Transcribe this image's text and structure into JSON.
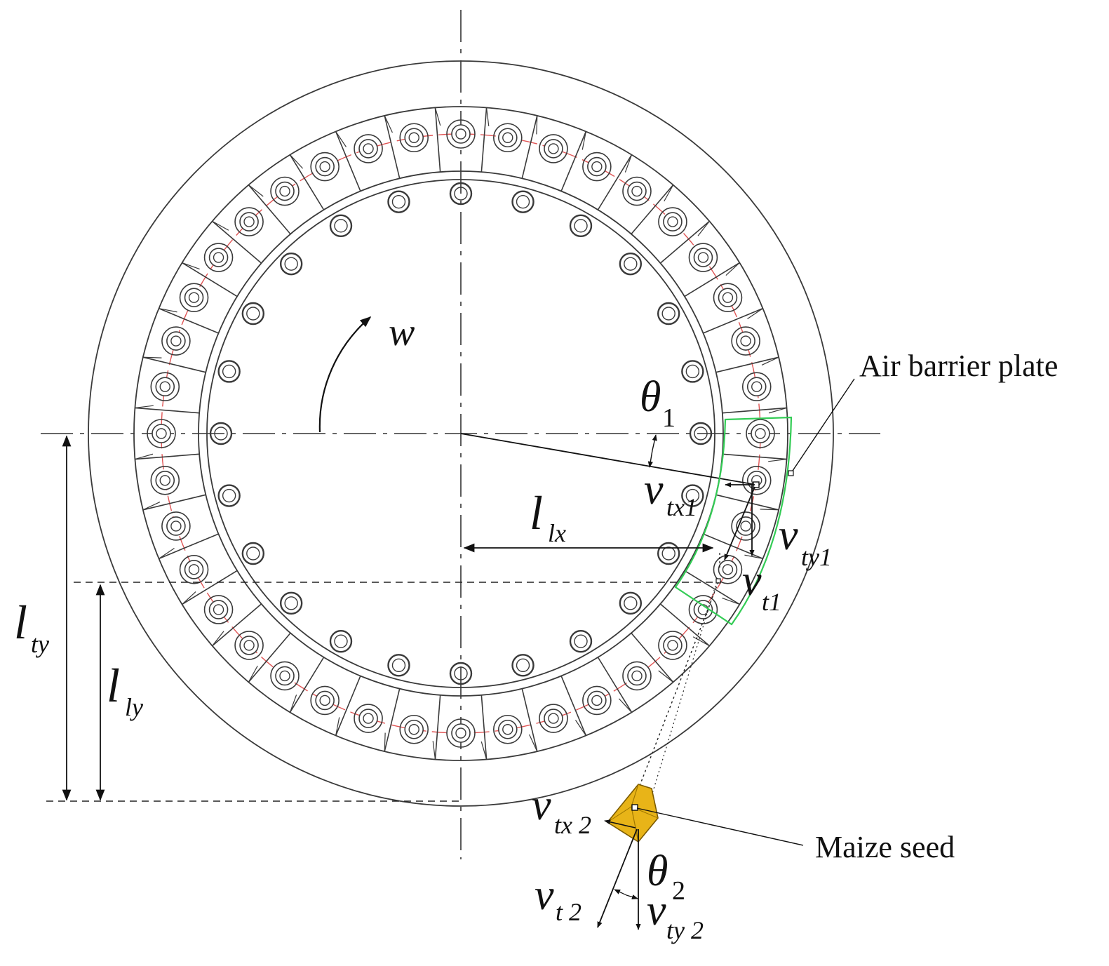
{
  "labels": {
    "omega": "w",
    "theta1_main": "θ",
    "theta1_sub": "1",
    "vtx1_main": "v",
    "vtx1_sub": "tx1",
    "vty1_main": "v",
    "vty1_sub": "ty1",
    "vt1_main": "v",
    "vt1_sub": "t1",
    "llx_main": "l",
    "llx_sub": "lx",
    "lty_main": "l",
    "lty_sub": "ty",
    "lly_main": "l",
    "lly_sub": "ly",
    "vtx2_main": "v",
    "vtx2_sub": "tx 2",
    "vt2_main": "v",
    "vt2_sub": "t 2",
    "theta2_main": "θ",
    "theta2_sub": "2",
    "vty2_main": "v",
    "vty2_sub": "ty 2",
    "air_barrier_plate": "Air barrier plate",
    "maize_seed": "Maize seed"
  },
  "disc": {
    "outer_hole_count": 40,
    "inner_hole_count": 24
  },
  "colors": {
    "line": "#3a3a3a",
    "pitch_circle": "#e05555",
    "air_barrier_plate": "#33cc55",
    "seed_fill": "#e8b418",
    "seed_edge": "#7a5a00",
    "text": "#111111"
  }
}
